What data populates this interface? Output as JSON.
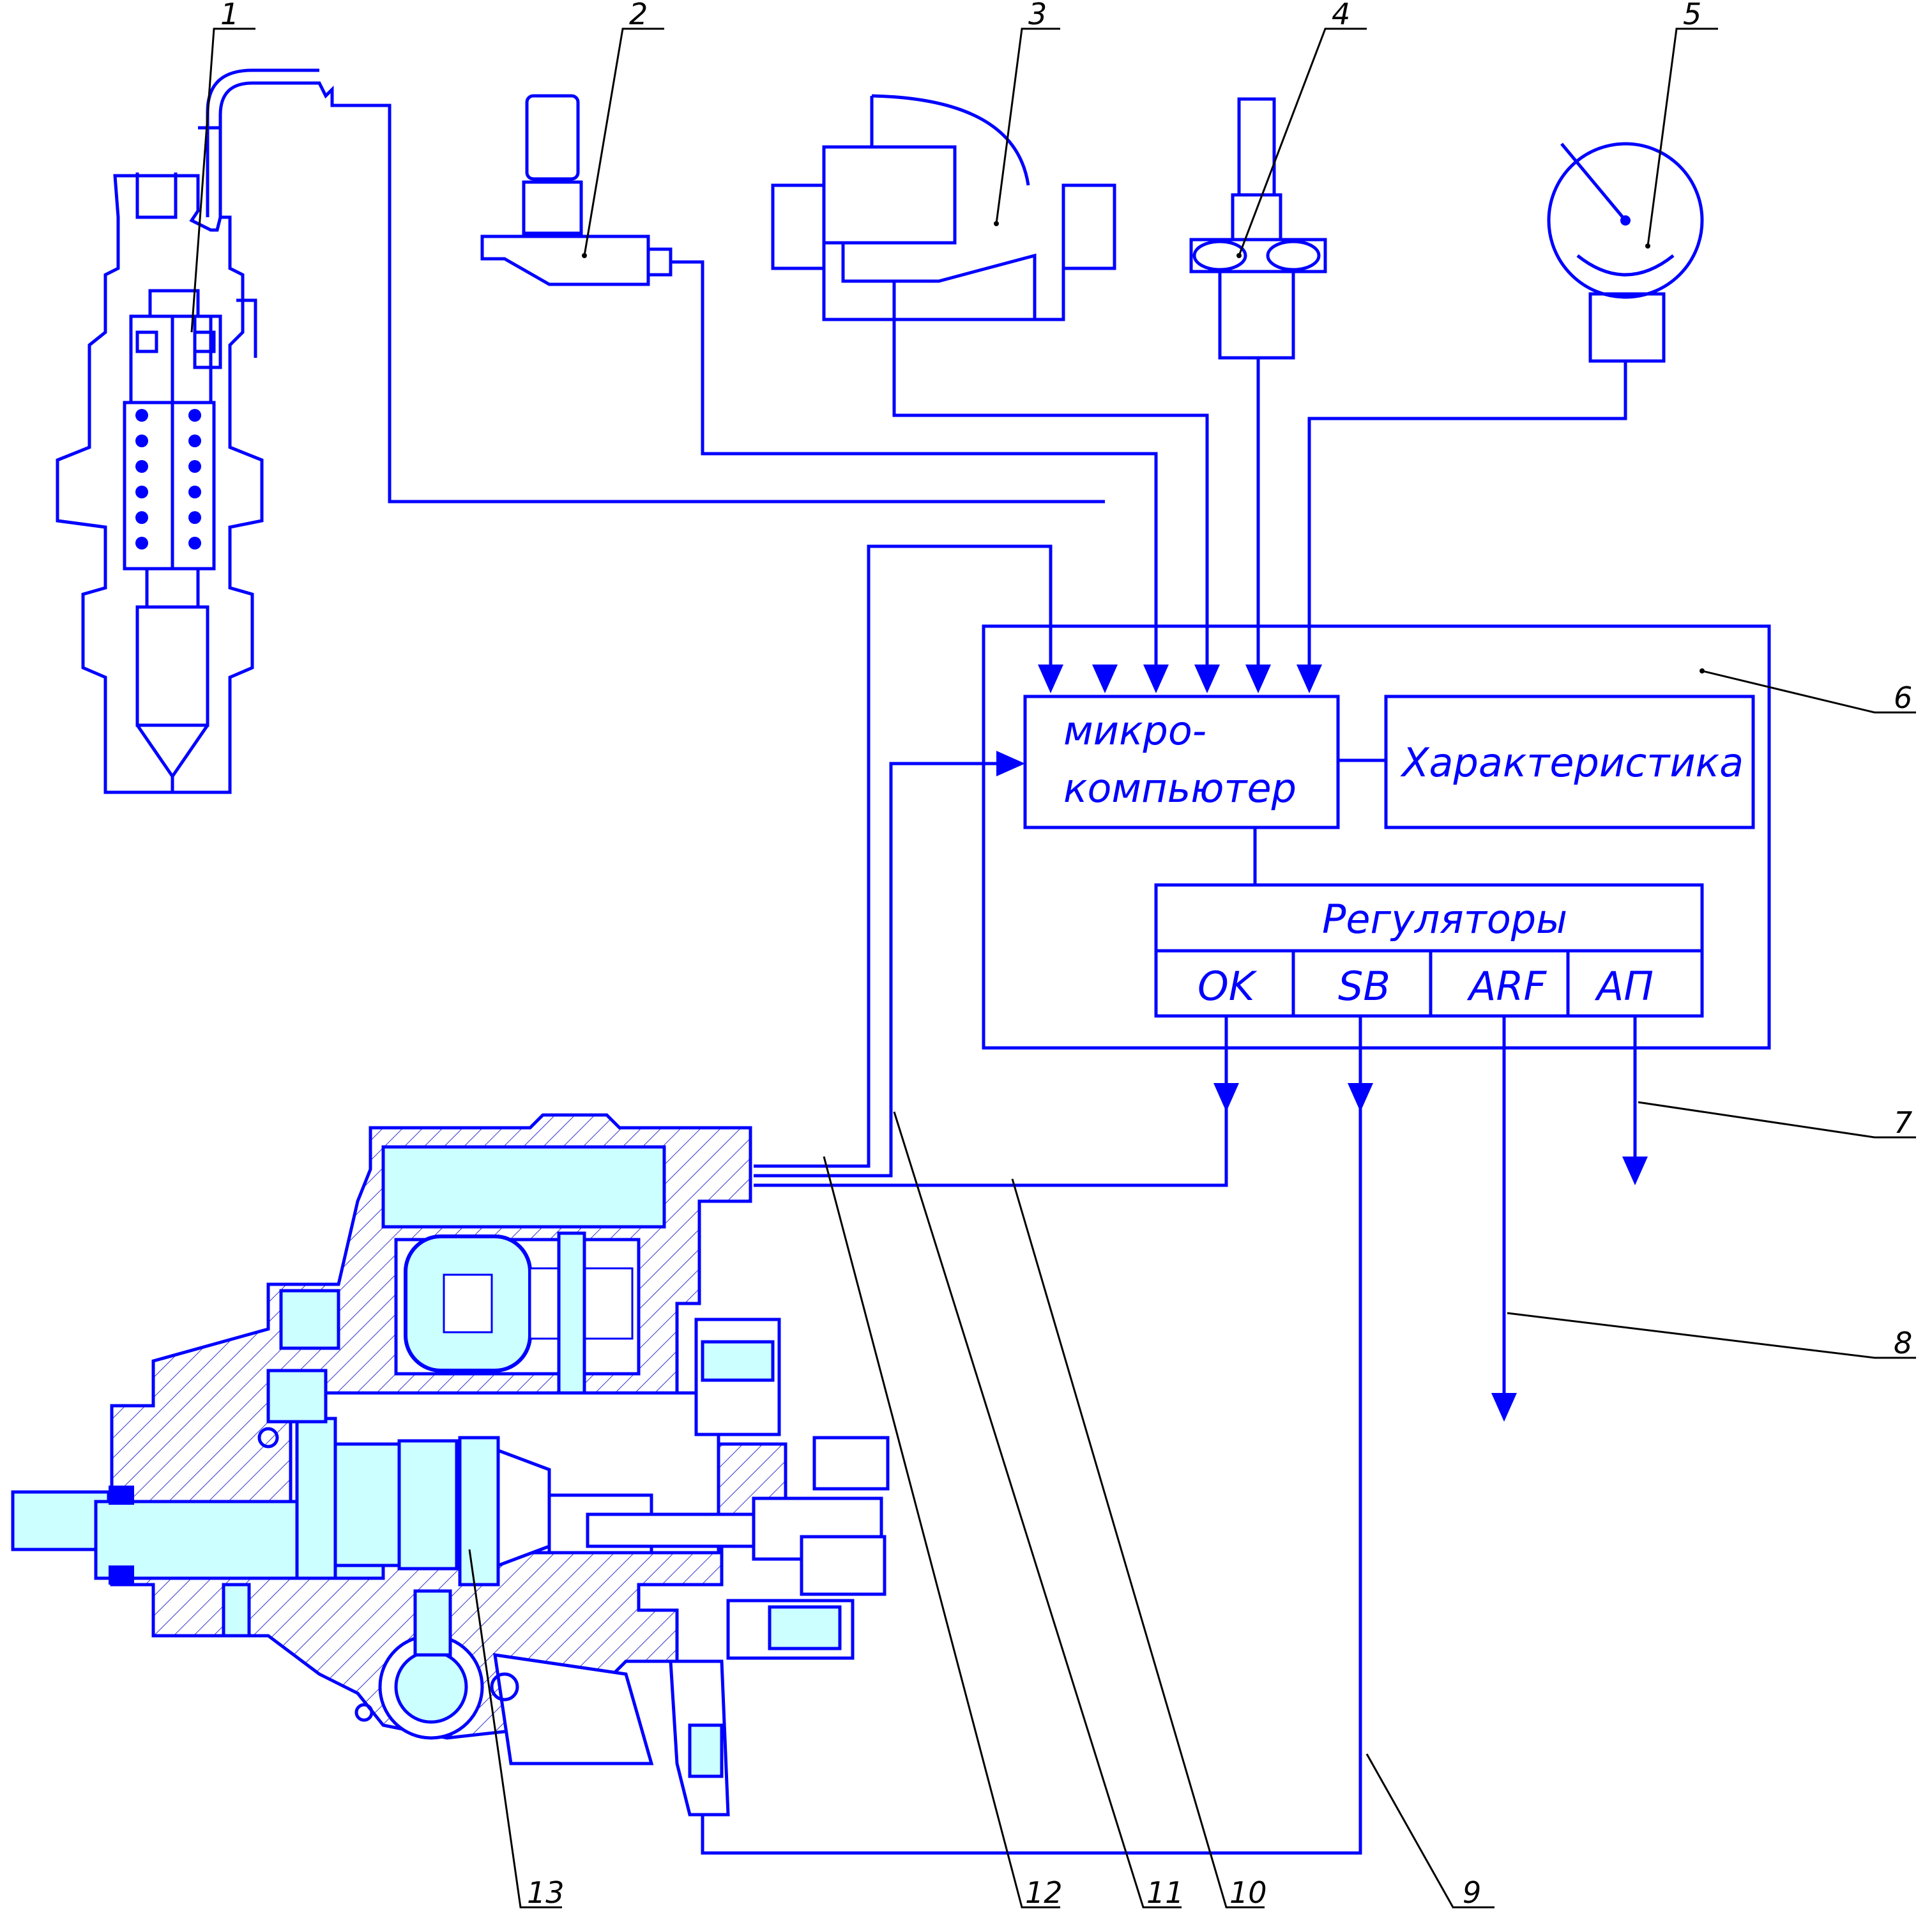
{
  "colors": {
    "line": "#0000ff",
    "fill": "#ccffff",
    "leader": "#000000",
    "hatch": "#3333cc"
  },
  "callouts": [
    "1",
    "2",
    "3",
    "4",
    "5",
    "6",
    "7",
    "8",
    "9",
    "10",
    "11",
    "12",
    "13"
  ],
  "blocks": {
    "microcomputer": {
      "line1": "микро-",
      "line2": "компьютер"
    },
    "characteristic": "Характеристика",
    "regulators": {
      "title": "Регуляторы",
      "cells": [
        "OK",
        "SB",
        "ARF",
        "АП"
      ]
    }
  }
}
